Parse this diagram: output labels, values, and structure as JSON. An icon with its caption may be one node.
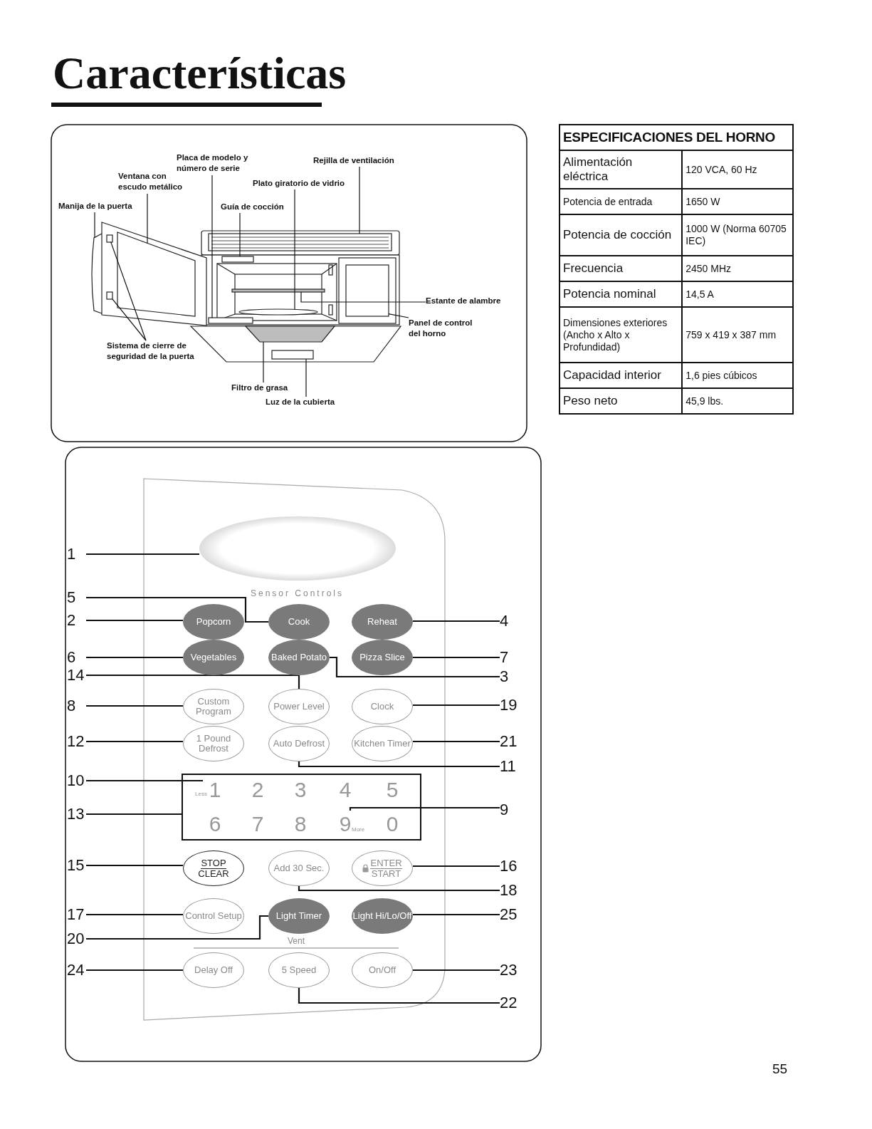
{
  "diagram": {
    "title": "Características",
    "nodes": [
      {
        "text": [
          "Manija de la puerta"
        ]
      },
      {
        "text": [
          "Ventana con escudo metálico"
        ]
      },
      {
        "text": [
          "Placa de modelo y número de serie"
        ]
      },
      {
        "text": [
          "Guía de cocción"
        ]
      },
      {
        "text": [
          "Plato giratorio de vidrio"
        ]
      },
      {
        "text": [
          "Rejilla de ventilación"
        ]
      },
      {
        "text": [
          "Estante de alambre"
        ]
      },
      {
        "text": [
          "Panel de control del horno"
        ]
      },
      {
        "text": [
          "Sistema de cierre de seguridad de la puerta"
        ]
      },
      {
        "text": [
          "Filtro de grasa"
        ]
      },
      {
        "text": [
          "Luz de la cubierta"
        ]
      },
      {
        "text": [],
        "shape": "ellipse"
      },
      {
        "text": [
          "Popcorn"
        ]
      },
      {
        "text": [
          "Cook"
        ]
      },
      {
        "text": [
          "Reheat"
        ]
      },
      {
        "text": [
          "Vegetables"
        ]
      },
      {
        "text": [
          "Baked Potato"
        ]
      },
      {
        "text": [
          "Pizza Slice"
        ]
      },
      {
        "text": [
          "Custom Program"
        ]
      },
      {
        "text": [
          "Power Level"
        ]
      },
      {
        "text": [
          "Clock"
        ]
      },
      {
        "text": [
          "1 Pound Defrost"
        ]
      },
      {
        "text": [
          "Auto Defrost"
        ]
      },
      {
        "text": [
          "Kitchen Timer"
        ]
      },
      {
        "text": [],
        "shape": "box"
      },
      {
        "text": [
          "1"
        ],
        "in": 24,
        "beside": [
          "Less"
        ]
      },
      {
        "text": [
          "2"
        ],
        "in": 24
      },
      {
        "text": [
          "3"
        ],
        "in": 24
      },
      {
        "text": [
          "4"
        ],
        "in": 24
      },
      {
        "text": [
          "5"
        ],
        "in": 24
      },
      {
        "text": [
          "6"
        ],
        "in": 24
      },
      {
        "text": [
          "7"
        ],
        "in": 24
      },
      {
        "text": [
          "8"
        ],
        "in": 24
      },
      {
        "text": [
          "9"
        ],
        "in": 24,
        "beside": [
          "More"
        ]
      },
      {
        "text": [
          "0"
        ],
        "in": 24
      },
      {
        "text": [
          "STOP",
          "CLEAR"
        ]
      },
      {
        "text": [
          "Add 30 Sec."
        ]
      },
      {
        "text": [
          "ENTER",
          "START"
        ]
      },
      {
        "text": [
          "Control Setup"
        ]
      },
      {
        "text": [
          "Light Timer"
        ]
      },
      {
        "text": [
          "Light Hi/Lo/Off"
        ]
      },
      {
        "text": [
          "Delay Off"
        ]
      },
      {
        "text": [
          "5 Speed"
        ]
      },
      {
        "text": [
          "On/Off"
        ]
      },
      {
        "text": [
          "1"
        ]
      },
      {
        "text": [
          "5"
        ]
      },
      {
        "text": [
          "2"
        ]
      },
      {
        "text": [
          "4"
        ]
      },
      {
        "text": [
          "6"
        ]
      },
      {
        "text": [
          "7"
        ]
      },
      {
        "text": [
          "14"
        ]
      },
      {
        "text": [
          "3"
        ]
      },
      {
        "text": [
          "8"
        ]
      },
      {
        "text": [
          "19"
        ]
      },
      {
        "text": [
          "12"
        ]
      },
      {
        "text": [
          "21"
        ]
      },
      {
        "text": [
          "11"
        ]
      },
      {
        "text": [
          "10"
        ]
      },
      {
        "text": [
          "13"
        ]
      },
      {
        "text": [
          "9"
        ]
      },
      {
        "text": [
          "15"
        ]
      },
      {
        "text": [
          "16"
        ]
      },
      {
        "text": [
          "18"
        ]
      },
      {
        "text": [
          "17"
        ]
      },
      {
        "text": [
          "25"
        ]
      },
      {
        "text": [
          "20"
        ]
      },
      {
        "text": [
          "24"
        ]
      },
      {
        "text": [
          "23"
        ]
      },
      {
        "text": [
          "22"
        ]
      },
      {
        "text": [],
        "shape": "bar"
      },
      {
        "text": [],
        "shape": "box"
      },
      {
        "text": [],
        "shape": "box"
      },
      {
        "text": [],
        "shape": "box"
      },
      {
        "text": [],
        "shape": "ellipse"
      },
      {
        "text": [],
        "shape": "box"
      },
      {
        "text": [],
        "shape": "bar"
      },
      {
        "text": [],
        "shape": "box"
      },
      {
        "text": [],
        "shape": "box"
      },
      {
        "text": [],
        "shape": "box"
      },
      {
        "text": [],
        "shape": "box"
      },
      {
        "text": [],
        "shape": "box"
      }
    ],
    "edges": [
      {
        "from": 0,
        "to": 69,
        "arrow": "none"
      },
      {
        "from": 1,
        "to": 70,
        "arrow": "none"
      },
      {
        "from": 2,
        "to": 71,
        "arrow": "none"
      },
      {
        "from": 3,
        "to": 72,
        "arrow": "none"
      },
      {
        "from": 4,
        "to": 73,
        "arrow": "none"
      },
      {
        "from": 5,
        "to": 74,
        "arrow": "none"
      },
      {
        "from": 6,
        "to": 75,
        "arrow": "none"
      },
      {
        "from": 7,
        "to": 76,
        "arrow": "none"
      },
      {
        "from": 8,
        "to": 77,
        "arrow": "none"
      },
      {
        "from": 8,
        "to": 78,
        "arrow": "none"
      },
      {
        "from": 9,
        "to": 79,
        "arrow": "none"
      },
      {
        "from": 10,
        "to": 80,
        "arrow": "none"
      },
      {
        "from": 44,
        "to": 11,
        "arrow": "none"
      },
      {
        "from": 45,
        "to": 13,
        "arrow": "none"
      },
      {
        "from": 46,
        "to": 12,
        "arrow": "none"
      },
      {
        "from": 47,
        "to": 14,
        "arrow": "none"
      },
      {
        "from": 48,
        "to": 15,
        "arrow": "none"
      },
      {
        "from": 49,
        "to": 17,
        "arrow": "none"
      },
      {
        "from": 50,
        "to": 19,
        "arrow": "none"
      },
      {
        "from": 51,
        "to": 16,
        "arrow": "none"
      },
      {
        "from": 52,
        "to": 18,
        "arrow": "none"
      },
      {
        "from": 53,
        "to": 20,
        "arrow": "none"
      },
      {
        "from": 54,
        "to": 21,
        "arrow": "none"
      },
      {
        "from": 55,
        "to": 23,
        "arrow": "none"
      },
      {
        "from": 56,
        "to": 22,
        "arrow": "none"
      },
      {
        "from": 57,
        "to": 25,
        "arrow": "none"
      },
      {
        "from": 58,
        "to": 24,
        "arrow": "none"
      },
      {
        "from": 59,
        "to": 33,
        "arrow": "none"
      },
      {
        "from": 60,
        "to": 35,
        "arrow": "none"
      },
      {
        "from": 61,
        "to": 37,
        "arrow": "none"
      },
      {
        "from": 62,
        "to": 36,
        "arrow": "none"
      },
      {
        "from": 63,
        "to": 38,
        "arrow": "none"
      },
      {
        "from": 64,
        "to": 40,
        "arrow": "none"
      },
      {
        "from": 65,
        "to": 39,
        "arrow": "none"
      },
      {
        "from": 66,
        "to": 41,
        "arrow": "none"
      },
      {
        "from": 67,
        "to": 43,
        "arrow": "none"
      },
      {
        "from": 68,
        "to": 42,
        "arrow": "none"
      }
    ],
    "labels": [
      "ESPECIFICACIONES DEL HORNO",
      "Alimentación eléctrica",
      "120 VCA, 60 Hz",
      "Potencia de entrada",
      "1650 W",
      "Potencia de cocción",
      "1000 W (Norma 60705 IEC)",
      "Frecuencia",
      "2450 MHz",
      "Potencia nominal",
      "14,5 A",
      "Dimensiones exteriores (Ancho x Alto x Profundidad)",
      "759 x 419 x 387 mm",
      "Capacidad interior",
      "1,6 pies cúbicos",
      "Peso neto",
      "45,9 lbs.",
      "Sensor Controls",
      "Vent",
      "55"
    ]
  }
}
